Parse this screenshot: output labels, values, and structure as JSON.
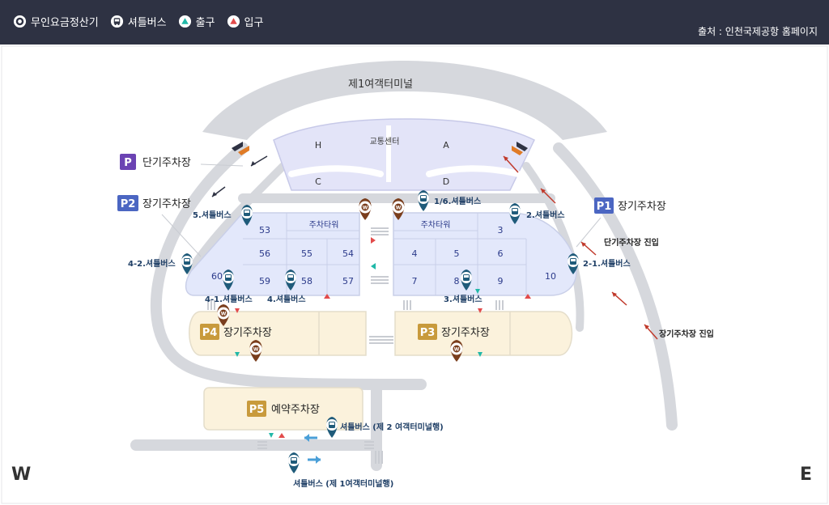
{
  "header": {
    "legend": [
      {
        "icon": "ticketless-pay-icon",
        "label": "무인요금정산기"
      },
      {
        "icon": "shuttle-bus-icon",
        "label": "셔틀버스"
      },
      {
        "icon": "exit-icon",
        "label": "출구"
      },
      {
        "icon": "entrance-icon",
        "label": "입구"
      }
    ],
    "source": "출처 : 인천국제공항 홈페이지"
  },
  "map": {
    "terminal": "제1여객터미널",
    "transport_center": "교통센터",
    "zones": {
      "h": "H",
      "a": "A",
      "c": "C",
      "d": "D"
    },
    "parking_tower": "주차타워",
    "lots": {
      "p_short": {
        "badge": "P",
        "label": "단기주차장"
      },
      "p1": {
        "badge": "P1",
        "label": "장기주차장"
      },
      "p2": {
        "badge": "P2",
        "label": "장기주차장"
      },
      "p3": {
        "badge": "P3",
        "label": "장기주차장"
      },
      "p4": {
        "badge": "P4",
        "label": "장기주차장"
      },
      "p5": {
        "badge": "P5",
        "label": "예약주차장"
      }
    },
    "sections": [
      "53",
      "54",
      "55",
      "56",
      "57",
      "58",
      "59",
      "60",
      "3",
      "4",
      "5",
      "6",
      "7",
      "8",
      "9",
      "10"
    ],
    "bus_stops": {
      "s16": "1/6.셔틀버스",
      "s2": "2.셔틀버스",
      "s21": "2-1.셔틀버스",
      "s3": "3.셔틀버스",
      "s4": "4.셔틀버스",
      "s41": "4-1.셔틀버스",
      "s42": "4-2.셔틀버스",
      "s5": "5.셔틀버스",
      "t2": "셔틀버스 (제 2 여객터미널행)",
      "t1": "셔틀버스 (제 1여객터미널행)"
    },
    "notes": {
      "short_entry": "단기주차장 진입",
      "long_entry": "장기주차장 진입"
    },
    "compass": {
      "west": "W",
      "east": "E"
    }
  },
  "colors": {
    "header_bg": "#2e3243",
    "road": "#d6d8dd",
    "lot_blue": "#e3e8fb",
    "lot_yellow": "#fbf2dc",
    "badge_blue": "#4b66c2",
    "badge_purple": "#6b43b3",
    "badge_gold": "#c89a3c",
    "pin_blue": "#1f5b7a",
    "pin_brown": "#7a3e1d",
    "exit_teal": "#20b8a8",
    "entrance_red": "#e24b4b"
  }
}
